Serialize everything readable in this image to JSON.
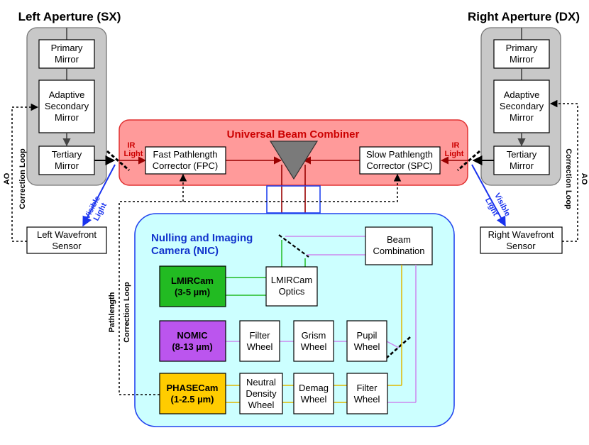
{
  "left_aperture": {
    "title": "Left Aperture (SX)",
    "primary": [
      "Primary",
      "Mirror"
    ],
    "secondary": [
      "Adaptive",
      "Secondary",
      "Mirror"
    ],
    "tertiary": [
      "Tertiary",
      "Mirror"
    ]
  },
  "right_aperture": {
    "title": "Right Aperture (DX)",
    "primary": [
      "Primary",
      "Mirror"
    ],
    "secondary": [
      "Adaptive",
      "Secondary",
      "Mirror"
    ],
    "tertiary": [
      "Tertiary",
      "Mirror"
    ]
  },
  "ubc": {
    "title": "Universal Beam Combiner",
    "fpc": [
      "Fast Pathlength",
      "Corrector (FPC)"
    ],
    "spc": [
      "Slow Pathlength",
      "Corrector (SPC)"
    ],
    "ir_light": [
      "IR",
      "Light"
    ]
  },
  "labels": {
    "visible_light": [
      "Visible",
      "Light"
    ],
    "ao_loop": [
      "AO",
      "Correction Loop"
    ],
    "path_loop": [
      "Pathlength",
      "Correction Loop"
    ]
  },
  "left_wfs": [
    "Left Wavefront",
    "Sensor"
  ],
  "right_wfs": [
    "Right Wavefront",
    "Sensor"
  ],
  "nic": {
    "title": [
      "Nulling and Imaging",
      "Camera (NIC)"
    ],
    "beam_combination": [
      "Beam",
      "Combination"
    ],
    "lmircam_optics": [
      "LMIRCam",
      "Optics"
    ],
    "lmircam": [
      "LMIRCam",
      "(3-5 µm)"
    ],
    "nomic": [
      "NOMIC",
      "(8-13 µm)"
    ],
    "phasecam": [
      "PHASECam",
      "(1-2.5 µm)"
    ],
    "filter_wheel": [
      "Filter",
      "Wheel"
    ],
    "grism_wheel": [
      "Grism",
      "Wheel"
    ],
    "pupil_wheel": [
      "Pupil",
      "Wheel"
    ],
    "nd_wheel": [
      "Neutral",
      "Density",
      "Wheel"
    ],
    "demag_wheel": [
      "Demag",
      "Wheel"
    ],
    "filter_wheel_2": [
      "Filter",
      "Wheel"
    ]
  },
  "colors": {
    "aperture_fill": "#c8c8c8",
    "ubc_fill": "#ff9a9a",
    "ubc_stroke": "#e03030",
    "ubc_text": "#cc0000",
    "nic_fill": "#ccffff",
    "nic_stroke": "#2244ee",
    "nic_text": "#1133cc",
    "lmircam_fill": "#22bb22",
    "nomic_fill": "#bb55ee",
    "phasecam_fill": "#ffcc00",
    "ir_beam": "#990000",
    "visible_beam": "#1a33ee",
    "green_beam": "#22bb22",
    "purple_beam": "#cc88ee",
    "yellow_beam": "#e0b800"
  }
}
